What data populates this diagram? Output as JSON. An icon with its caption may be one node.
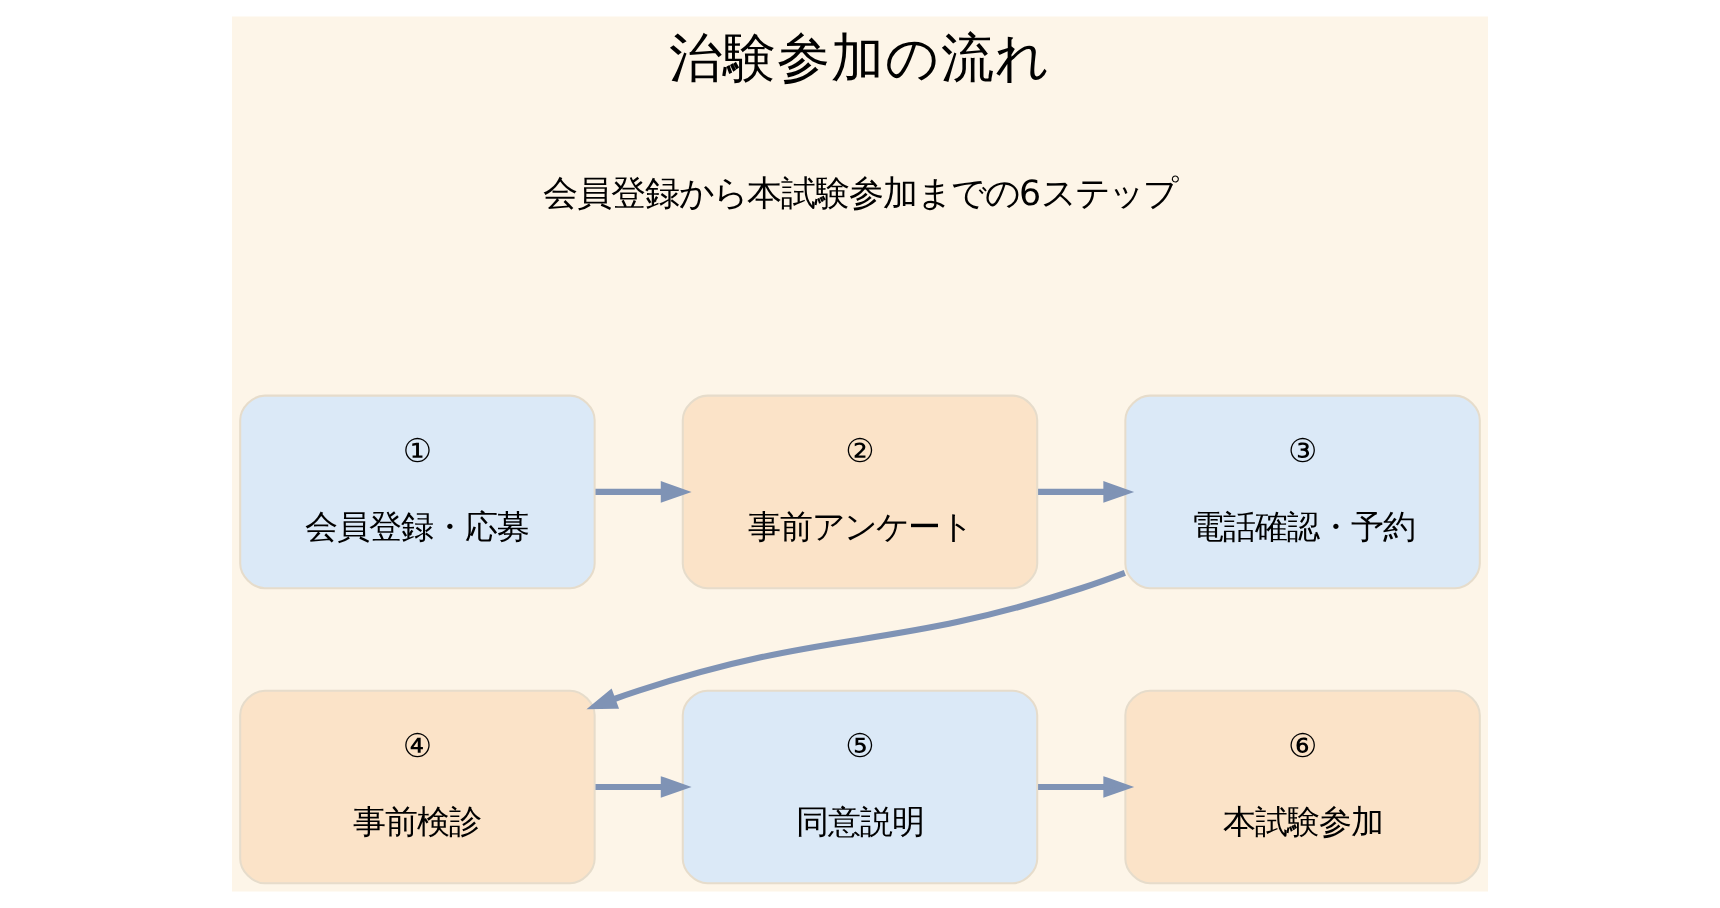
{
  "diagram": {
    "title": "治験参加の流れ",
    "nodes": [
      {
        "text": [
          "①",
          "会員登録・応募"
        ]
      },
      {
        "text": [
          "②",
          "事前アンケート"
        ]
      },
      {
        "text": [
          "③",
          "電話確認・予約"
        ]
      },
      {
        "text": [
          "④",
          "事前検診"
        ]
      },
      {
        "text": [
          "⑤",
          "同意説明"
        ]
      },
      {
        "text": [
          "⑥",
          "本試験参加"
        ]
      }
    ],
    "edges": [
      {
        "from": 0,
        "to": 1,
        "arrow": "to"
      },
      {
        "from": 1,
        "to": 2,
        "arrow": "to"
      },
      {
        "from": 2,
        "to": 3,
        "arrow": "to"
      },
      {
        "from": 3,
        "to": 4,
        "arrow": "to"
      },
      {
        "from": 4,
        "to": 5,
        "arrow": "to"
      }
    ],
    "labels": [
      "会員登録から本試験参加までの6ステップ"
    ]
  }
}
